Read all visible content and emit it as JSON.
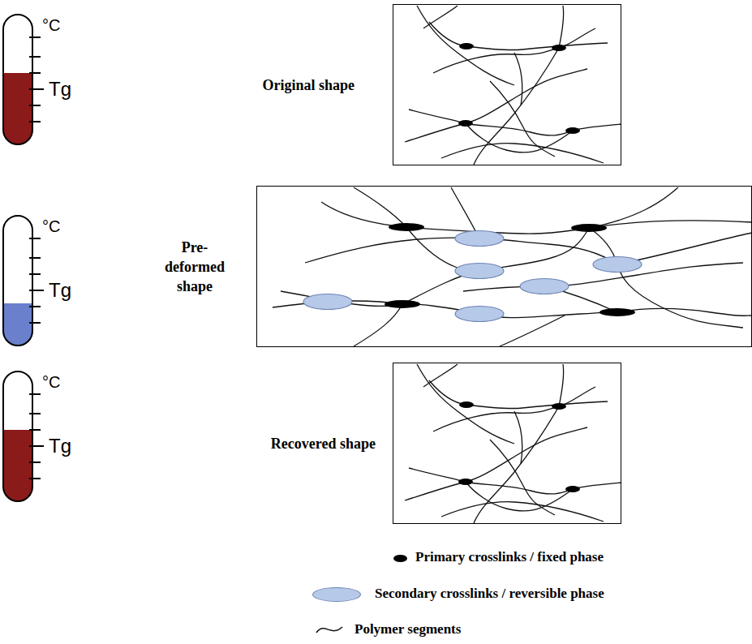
{
  "diagram": {
    "nodes": [
      {
        "text": [
          "Original shape"
        ]
      },
      {
        "text": [
          "Pre-deformed shape"
        ]
      },
      {
        "text": [
          "Recovered shape"
        ]
      }
    ],
    "labels": [
      "°C",
      "Tg",
      "°C",
      "Tg",
      "°C",
      "Tg"
    ],
    "legend": [
      {
        "text": "Primary crosslinks / fixed phase",
        "color": "#000000"
      },
      {
        "text": "Secondary crosslinks / reversible phase",
        "color": "#b7c9e8"
      },
      {
        "text": "Polymer segments"
      }
    ]
  }
}
